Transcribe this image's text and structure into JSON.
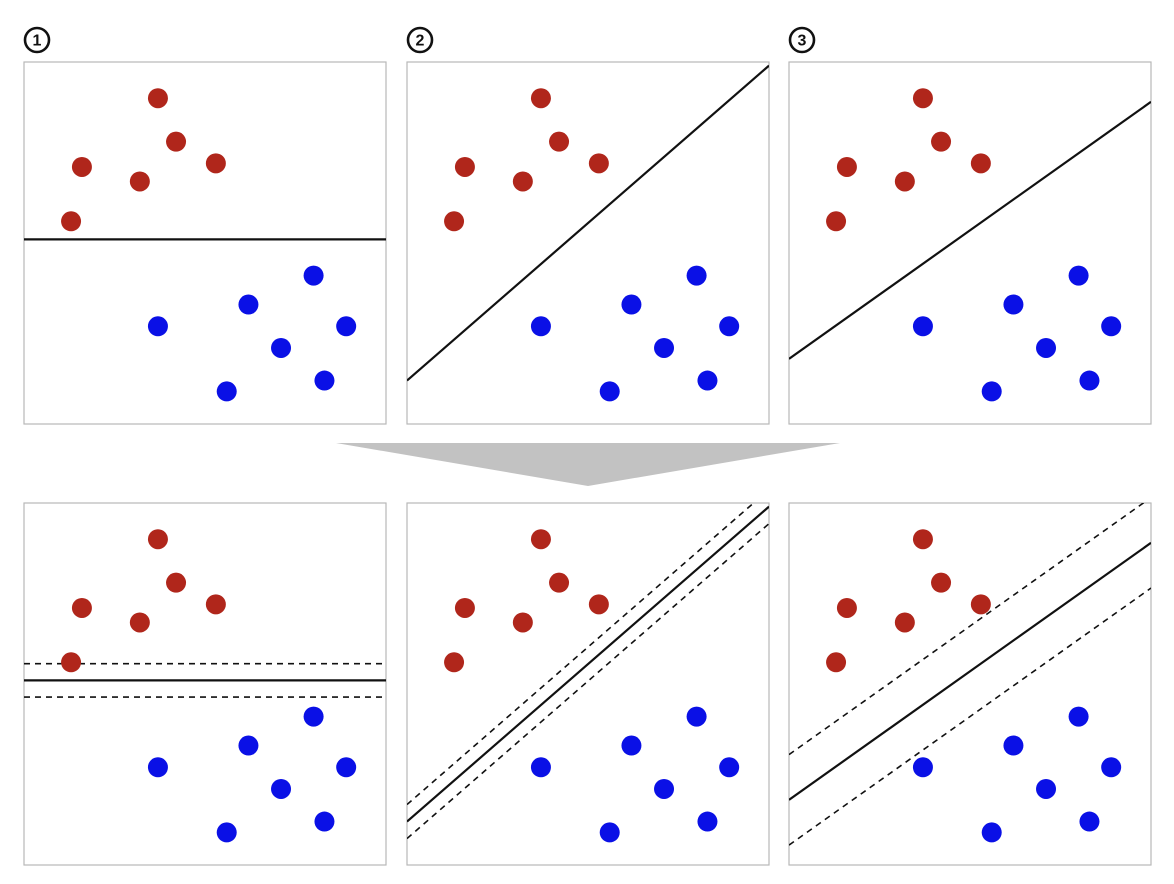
{
  "colors": {
    "class_red": "#b0261b",
    "class_blue": "#0a10e6",
    "arrow_gray": "#c2c2c2"
  },
  "candidates": [
    {
      "number": "1",
      "boundary": {
        "y_left": 0.51,
        "y_right": 0.51
      },
      "margin": 0.046
    },
    {
      "number": "2",
      "boundary": {
        "y_left": 0.12,
        "y_right": 0.99
      },
      "margin": 0.047
    },
    {
      "number": "3",
      "boundary": {
        "y_left": 0.18,
        "y_right": 0.89
      },
      "margin": 0.125
    }
  ],
  "points": {
    "red": [
      [
        0.37,
        0.9
      ],
      [
        0.42,
        0.78
      ],
      [
        0.53,
        0.72
      ],
      [
        0.16,
        0.71
      ],
      [
        0.32,
        0.67
      ],
      [
        0.13,
        0.56
      ]
    ],
    "blue": [
      [
        0.8,
        0.41
      ],
      [
        0.62,
        0.33
      ],
      [
        0.37,
        0.27
      ],
      [
        0.89,
        0.27
      ],
      [
        0.71,
        0.21
      ],
      [
        0.83,
        0.12
      ],
      [
        0.56,
        0.09
      ]
    ]
  },
  "transition_arrow": {
    "icon": "funnel-arrow-icon"
  }
}
